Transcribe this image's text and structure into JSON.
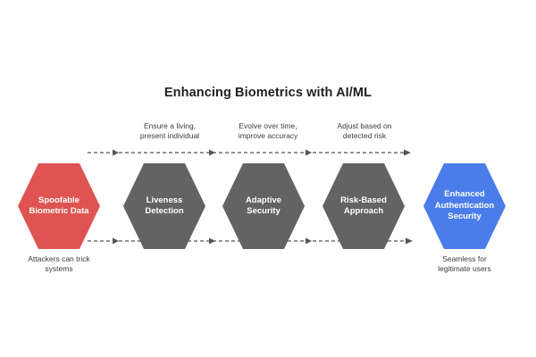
{
  "title": "Enhancing Biometrics with AI/ML",
  "colors": {
    "red": "#DF5452",
    "gray": "#636363",
    "blue": "#4A7DE9",
    "arrow": "#555555"
  },
  "top_labels": [
    "Ensure a living,\npresent individual",
    "Evolve over time,\nimprove accuracy",
    "Adjust based on\ndetected risk"
  ],
  "hexagons": [
    {
      "label": "Spoofable\nBiometric Data",
      "color": "red"
    },
    {
      "label": "Liveness\nDetection",
      "color": "gray"
    },
    {
      "label": "Adaptive\nSecurity",
      "color": "gray"
    },
    {
      "label": "Risk-Based\nApproach",
      "color": "gray"
    },
    {
      "label": "Enhanced\nAuthentication\nSecurity",
      "color": "blue"
    }
  ],
  "bottom_labels": [
    {
      "text": "Attackers can trick\nsystems"
    },
    {
      "text": "Seamless for\nlegitimate users"
    }
  ]
}
